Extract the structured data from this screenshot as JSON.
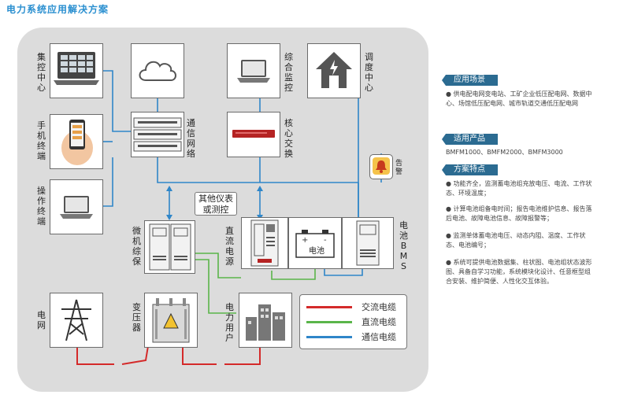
{
  "title": "电力系统应用解决方案",
  "labels": {
    "control_center": "集控中心",
    "mobile": "手机终端",
    "operator": "操作终端",
    "comm_network": "通信网络",
    "monitor": "综合监控",
    "core_switch": "核心交换",
    "dispatch": "调度中心",
    "alarm": "告警",
    "other_meters": "其他仪表或测控",
    "micro_protect": "微机综保",
    "dc_power": "直流电源",
    "battery_bms": "电池BMS",
    "battery_text": "电池",
    "grid": "电网",
    "transformer": "变压器",
    "power_user": "电力用户"
  },
  "legend": [
    {
      "label": "交流电缆",
      "color": "#d42a2a"
    },
    {
      "label": "直流电缆",
      "color": "#5ab54a"
    },
    {
      "label": "通信电缆",
      "color": "#2f86c9"
    }
  ],
  "right": {
    "scene_tag": "应用场景",
    "scene_text": "● 供电配电网变电站、工矿企业低压配电网、数据中心、场馆低压配电网、城市轨道交通低压配电网",
    "product_tag": "适用产品",
    "product_text": "BMFM1000、BMFM2000、BMFM3000",
    "feature_tag": "方案特点",
    "features": [
      "● 功能齐全，监测蓄电池组充放电压、电流、工作状态、环境温度；",
      "● 计算电池组备电时间；报告电池维护信息、报告落后电池、故障电池信息、故障报警等；",
      "● 监测单体蓄电池电压、动态内阻、温度、工作状态、电池编号；",
      "● 系统可提供电池数据集、柱状图、电池组状态波形图、具备自学习功能，系统模块化设计、任意框型组合安装、维护简便、人性化交互体验。"
    ]
  }
}
